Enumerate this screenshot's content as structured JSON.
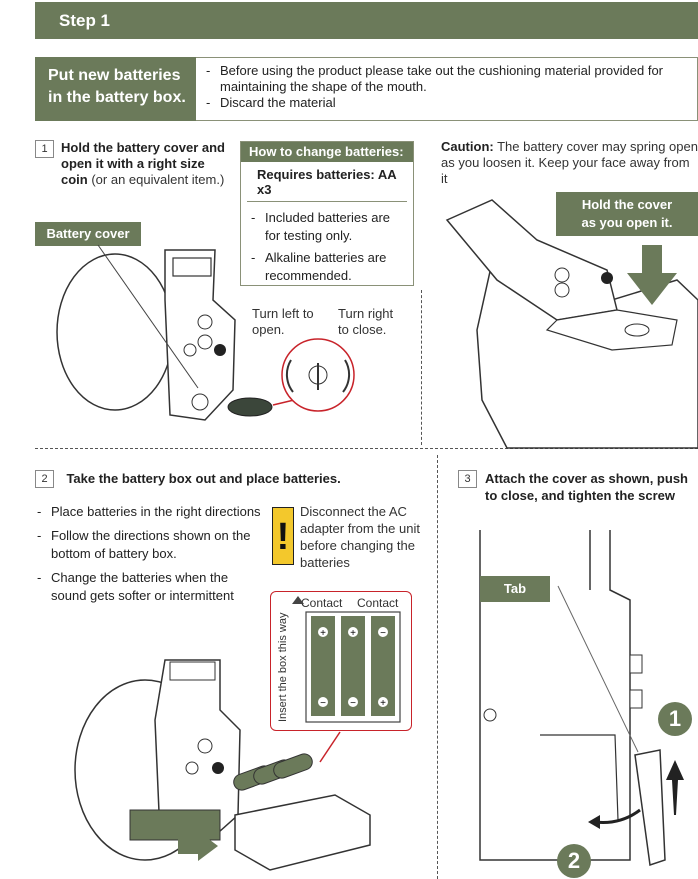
{
  "header": {
    "title": "Step 1"
  },
  "intro": {
    "label_line1": "Put new batteries",
    "label_line2": "in the battery box.",
    "bullets": [
      "Before using the product please take out the cushioning material provided for maintaining the shape of the mouth.",
      "Discard the material"
    ]
  },
  "step1": {
    "number": "1",
    "title_bold": "Hold the battery cover and open it with a right size coin",
    "title_rest": " (or an equivalent item.)",
    "callout": "Battery cover",
    "turn_left": "Turn left to open.",
    "turn_right": "Turn right to close."
  },
  "howto": {
    "title": "How to change batteries:",
    "requires": "Requires batteries: AA x3",
    "bullets": [
      "Included batteries are for testing only.",
      "Alkaline batteries are recommended."
    ]
  },
  "caution": {
    "label": "Caution:",
    "text": " The battery cover may spring open as you loosen it. Keep your face away from it",
    "tag_line1": "Hold the cover",
    "tag_line2": "as you open it."
  },
  "step2": {
    "number": "2",
    "title": "Take the battery box out and place batteries.",
    "bullets": [
      "Place batteries in the right directions",
      "Follow the directions shown on the bottom of battery box.",
      "Change the batteries when the sound gets softer or intermittent"
    ],
    "warning": "Disconnect the AC adapter from the unit before changing the batteries",
    "warning_icon": "!",
    "contact_left": "Contact",
    "contact_right": "Contact",
    "insert_label": "Insert the box this way"
  },
  "step3": {
    "number": "3",
    "title": "Attach the cover as shown, push to close, and tighten the screw",
    "tab_label": "Tab",
    "marker1": "1",
    "marker2": "2"
  },
  "colors": {
    "olive": "#6b7a5a",
    "warning_yellow": "#f3c82c",
    "red_line": "#c8232a"
  }
}
